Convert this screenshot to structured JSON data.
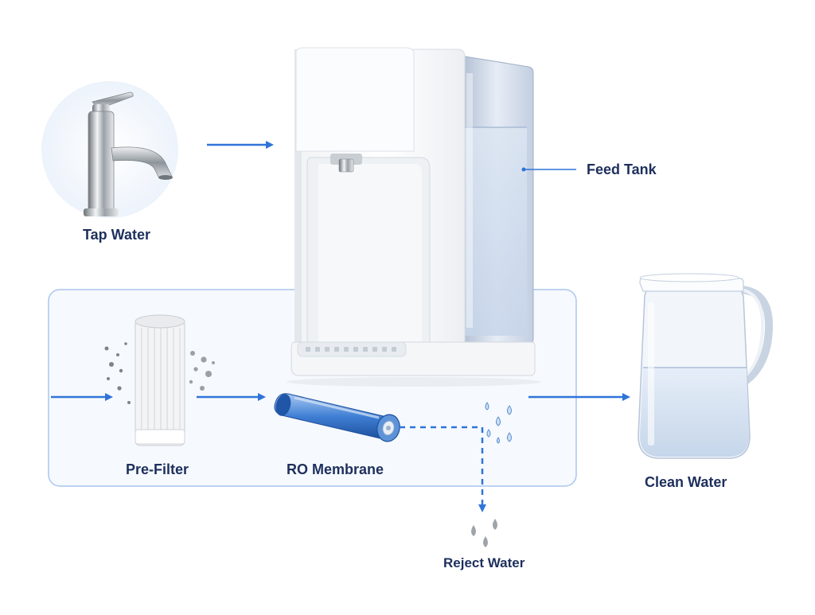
{
  "diagram": {
    "nodes": {
      "tap_water": {
        "label": "Tap Water",
        "icon": "faucet-icon"
      },
      "feed_tank": {
        "label": "Feed Tank",
        "icon": "dispenser-icon"
      },
      "pre_filter": {
        "label": "Pre-Filter",
        "icon": "filter-cartridge-icon"
      },
      "ro_membrane": {
        "label": "RO Membrane",
        "icon": "membrane-icon"
      },
      "clean_water": {
        "label": "Clean Water",
        "icon": "pitcher-icon"
      },
      "reject_water": {
        "label": "Reject Water",
        "icon": "droplets-icon"
      }
    },
    "edges": [
      {
        "from": "tap_water",
        "to": "feed_tank"
      },
      {
        "from": "pre_filter",
        "to": "ro_membrane"
      },
      {
        "from": "ro_membrane",
        "to": "clean_water"
      },
      {
        "from": "ro_membrane",
        "to": "reject_water",
        "style": "dashed"
      }
    ]
  },
  "colors": {
    "arrow": "#2f74d8",
    "label": "#1d2f5c",
    "panel_border": "#a9c6ee",
    "panel_fill": "#f6f9fe",
    "water": "#bcd3ef"
  }
}
